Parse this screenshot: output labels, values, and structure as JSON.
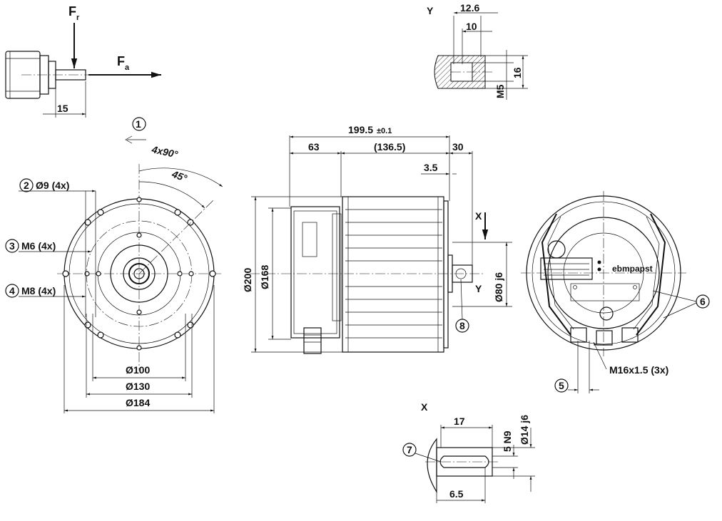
{
  "force_diagram": {
    "fr": "F",
    "fr_sub": "r",
    "fa": "F",
    "fa_sub": "a",
    "dim_15": "15"
  },
  "detail_y": {
    "label": "Y",
    "dim_126": "12.6",
    "dim_10": "10",
    "dim_16": "16",
    "dim_m5": "M5"
  },
  "front_view": {
    "callout_1": "1",
    "angle_4x90": "4x90°",
    "angle_45": "45°",
    "callout_2": "2",
    "label_2": "Ø9 (4x)",
    "callout_3": "3",
    "label_3": "M6 (4x)",
    "callout_4": "4",
    "label_4": "M8 (4x)",
    "dia_100": "Ø100",
    "dia_130": "Ø130",
    "dia_184": "Ø184"
  },
  "side_view": {
    "dim_1995": "199.5",
    "dim_1995_tol": "±0.1",
    "dim_63": "63",
    "dim_1365": "(136.5)",
    "dim_30": "30",
    "dim_35": "3.5",
    "dia_200": "Ø200",
    "dia_168": "Ø168",
    "dia_80": "Ø80 j6",
    "label_x": "X",
    "label_y": "Y",
    "callout_8": "8"
  },
  "rear_view": {
    "brand": "ebmpapst",
    "callout_6": "6",
    "callout_5": "5",
    "label_m16": "M16x1.5 (3x)"
  },
  "detail_x": {
    "label": "X",
    "dim_17": "17",
    "dim_5n9": "5 N9",
    "dim_14j6": "Ø14 j6",
    "dim_65": "6.5",
    "callout_7": "7"
  }
}
